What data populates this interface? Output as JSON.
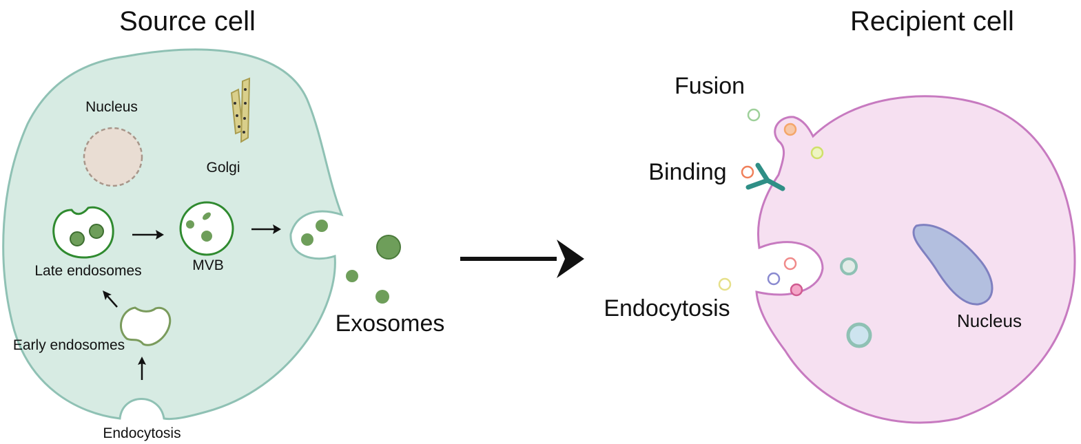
{
  "source": {
    "title": "Source cell",
    "nucleus_label": "Nucleus",
    "golgi_label": "Golgi",
    "late_endosomes_label": "Late endosomes",
    "mvb_label": "MVB",
    "early_endosomes_label": "Early endosomes",
    "endocytosis_label": "Endocytosis",
    "exosomes_label": "Exosomes"
  },
  "recipient": {
    "title": "Recipient cell",
    "fusion_label": "Fusion",
    "binding_label": "Binding",
    "endocytosis_label": "Endocytosis",
    "nucleus_label": "Nucleus"
  },
  "colors": {
    "source_fill": "#d7ebe3",
    "source_stroke": "#8fc1b4",
    "vesicle_green": "#6e9e5a",
    "endosome_stroke": "#2f8a2f",
    "recipient_fill": "#f6e0f1",
    "recipient_stroke": "#c77ac0",
    "nucleus_blue": "#b3bfdf",
    "receptor_teal": "#2f8f86"
  }
}
